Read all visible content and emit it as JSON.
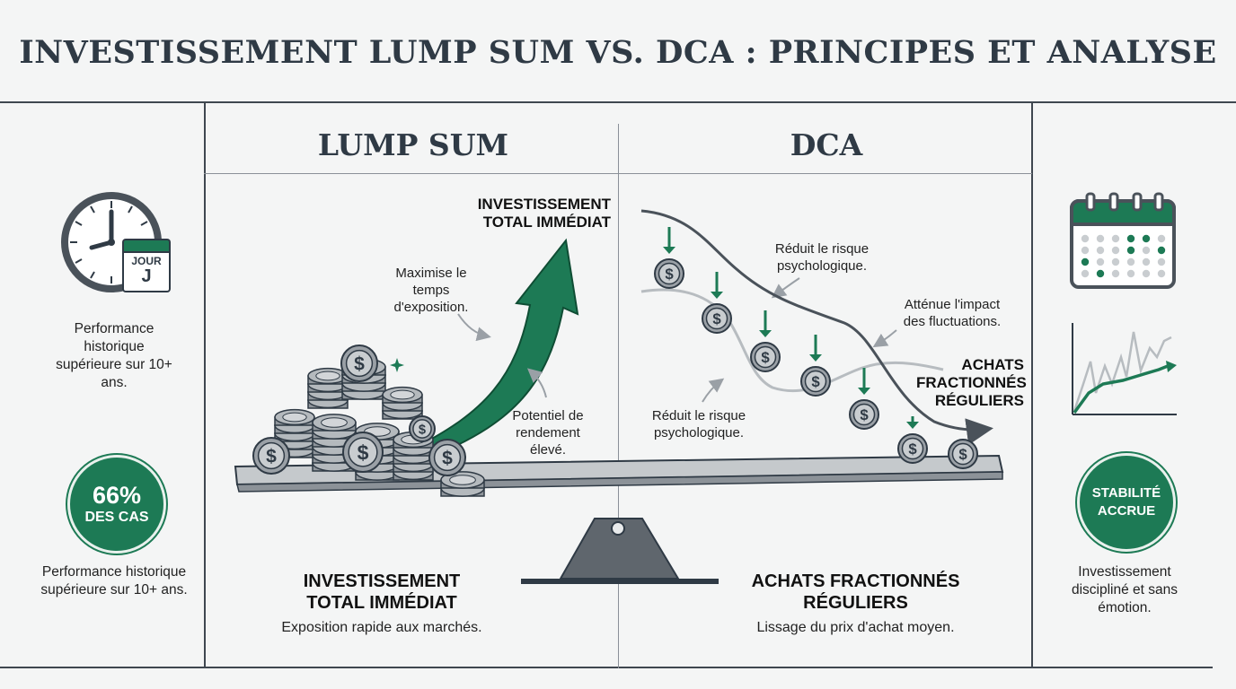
{
  "title": "INVESTISSEMENT LUMP SUM VS. DCA : PRINCIPES ET ANALYSE",
  "lump_sum": {
    "heading": "LUMP SUM",
    "arrow_label": "INVESTISSEMENT TOTAL IMMÉDIAT",
    "note_exposure": "Maximise le temps d'exposition.",
    "note_return": "Potentiel de rendement élevé.",
    "bottom_title": "INVESTISSEMENT TOTAL IMMÉDIAT",
    "bottom_sub": "Exposition rapide aux marchés."
  },
  "dca": {
    "heading": "DCA",
    "note_risk_top": "Réduit le risque psychologique.",
    "note_fluct": "Atténue l'impact des fluctuations.",
    "note_risk_bottom": "Réduit le risque psychologique.",
    "curve_label": "ACHATS FRACTIONNÉS RÉGULIERS",
    "bottom_title": "ACHATS FRACTIONNÉS RÉGULIERS",
    "bottom_sub": "Lissage du prix d'achat moyen."
  },
  "left_panel": {
    "calendar_label": "JOUR",
    "calendar_letter": "J",
    "text_top": "Performance historique supérieure sur 10+ ans.",
    "badge_value": "66%",
    "badge_label": "DES CAS",
    "text_bottom": "Performance historique supérieure sur 10+ ans."
  },
  "right_panel": {
    "badge_line1": "STABILITÉ",
    "badge_line2": "ACCRUE",
    "text_bottom": "Investissement discipliné et sans émotion."
  },
  "icons": {
    "coin_symbol": "$",
    "clock": "clock-icon",
    "calendar": "calendar-icon",
    "chart": "trend-chart-icon"
  },
  "colors": {
    "accent": "#1d7a55",
    "dark": "#2f3a45",
    "coin": "#9aa0a6",
    "background": "#f4f5f5"
  }
}
